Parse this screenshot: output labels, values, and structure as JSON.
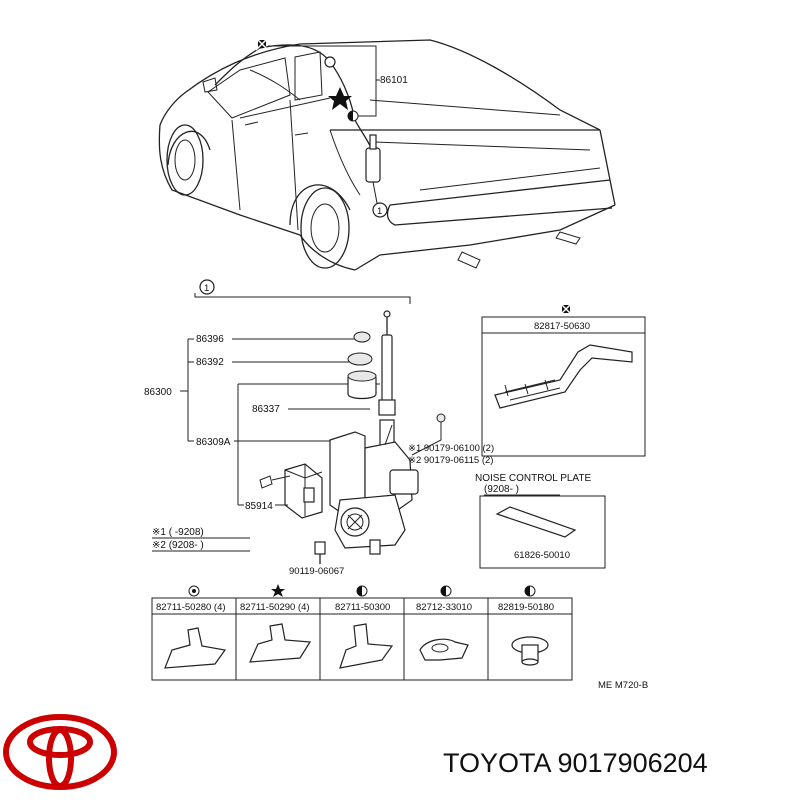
{
  "diagram": {
    "callouts": {
      "c86101": "86101",
      "ref1": "1",
      "c86396": "86396",
      "c86392": "86392",
      "c86300": "86300",
      "c86337": "86337",
      "c86309A": "86309A",
      "c90179a": "※1 90179-06100 (2)",
      "c90179b": "※2 90179-06115 (2)",
      "c85914": "85914",
      "note1": "※1 (        -9208)",
      "note2": "※2 (9208-        )",
      "c90119": "90119-06067"
    },
    "cable_box": {
      "label": "82817-50630"
    },
    "noise_plate": {
      "title": "NOISE CONTROL PLATE",
      "range": "(9208-          )",
      "part": "61826-50010"
    },
    "clip_table": [
      {
        "part": "82711-50280 (4)"
      },
      {
        "part": "82711-50290 (4)"
      },
      {
        "part": "82711-50300"
      },
      {
        "part": "82712-33010"
      },
      {
        "part": "82819-50180"
      }
    ],
    "code": "ME M720-B"
  },
  "brand": {
    "caption": "TOYOTA 9017906204",
    "logo_color": "#cc0000"
  }
}
